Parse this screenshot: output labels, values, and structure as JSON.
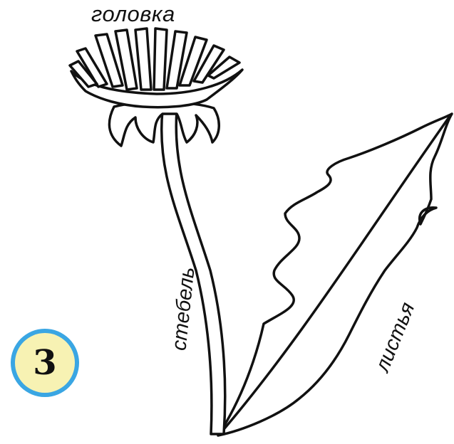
{
  "labels": {
    "head": "головка",
    "stem": "стебель",
    "leaves": "листья"
  },
  "badge": {
    "number": "3"
  }
}
